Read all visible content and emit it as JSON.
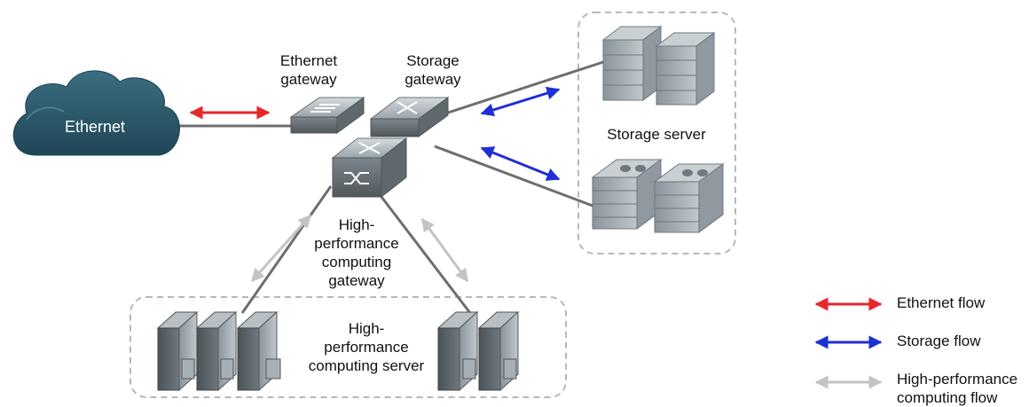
{
  "labels": {
    "ethernet_cloud": "Ethernet",
    "ethernet_gateway": [
      "Ethernet",
      "gateway"
    ],
    "storage_gateway": [
      "Storage",
      "gateway"
    ],
    "hpc_gateway": [
      "High-",
      "performance",
      "computing",
      "gateway"
    ],
    "storage_server": "Storage server",
    "hpc_server": [
      "High-",
      "performance",
      "computing server"
    ]
  },
  "legend": [
    {
      "label": [
        "Ethernet flow"
      ],
      "color": "#e8262b"
    },
    {
      "label": [
        "Storage flow"
      ],
      "color": "#1f2fd6"
    },
    {
      "label": [
        "High-performance",
        "computing flow"
      ],
      "color": "#c4c4c4"
    }
  ],
  "colors": {
    "ethernet_flow": "#e8262b",
    "storage_flow": "#1f2fd6",
    "hpc_flow": "#c4c4c4",
    "link": "#6e6e6e",
    "cloud": "#2a5a6c",
    "device": "#9fa8af"
  }
}
